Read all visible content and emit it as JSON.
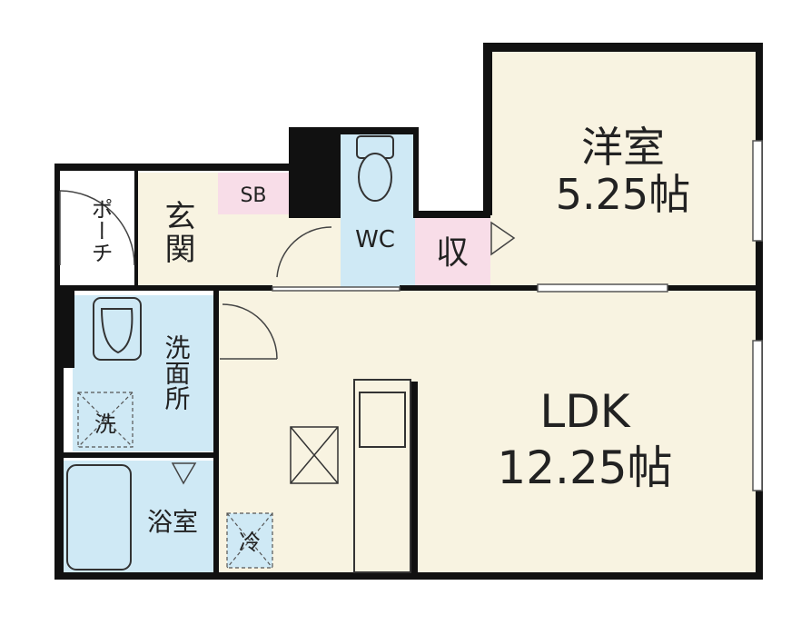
{
  "rooms": {
    "western": {
      "name": "洋室",
      "size": "5.25帖"
    },
    "ldk": {
      "name": "LDK",
      "size": "12.25帖"
    },
    "entrance": "玄関",
    "porch": "ポーチ",
    "shoe_box": "SB",
    "toilet": "WC",
    "storage": "収",
    "washroom": "洗面所",
    "bathroom": "浴室"
  },
  "fixtures": {
    "washing_machine": "洗",
    "refrigerator": "冷"
  },
  "colors": {
    "floor": "#f8f3e1",
    "water_area": "#cfe9f5",
    "storage": "#f8dde8",
    "wall": "#111111"
  }
}
